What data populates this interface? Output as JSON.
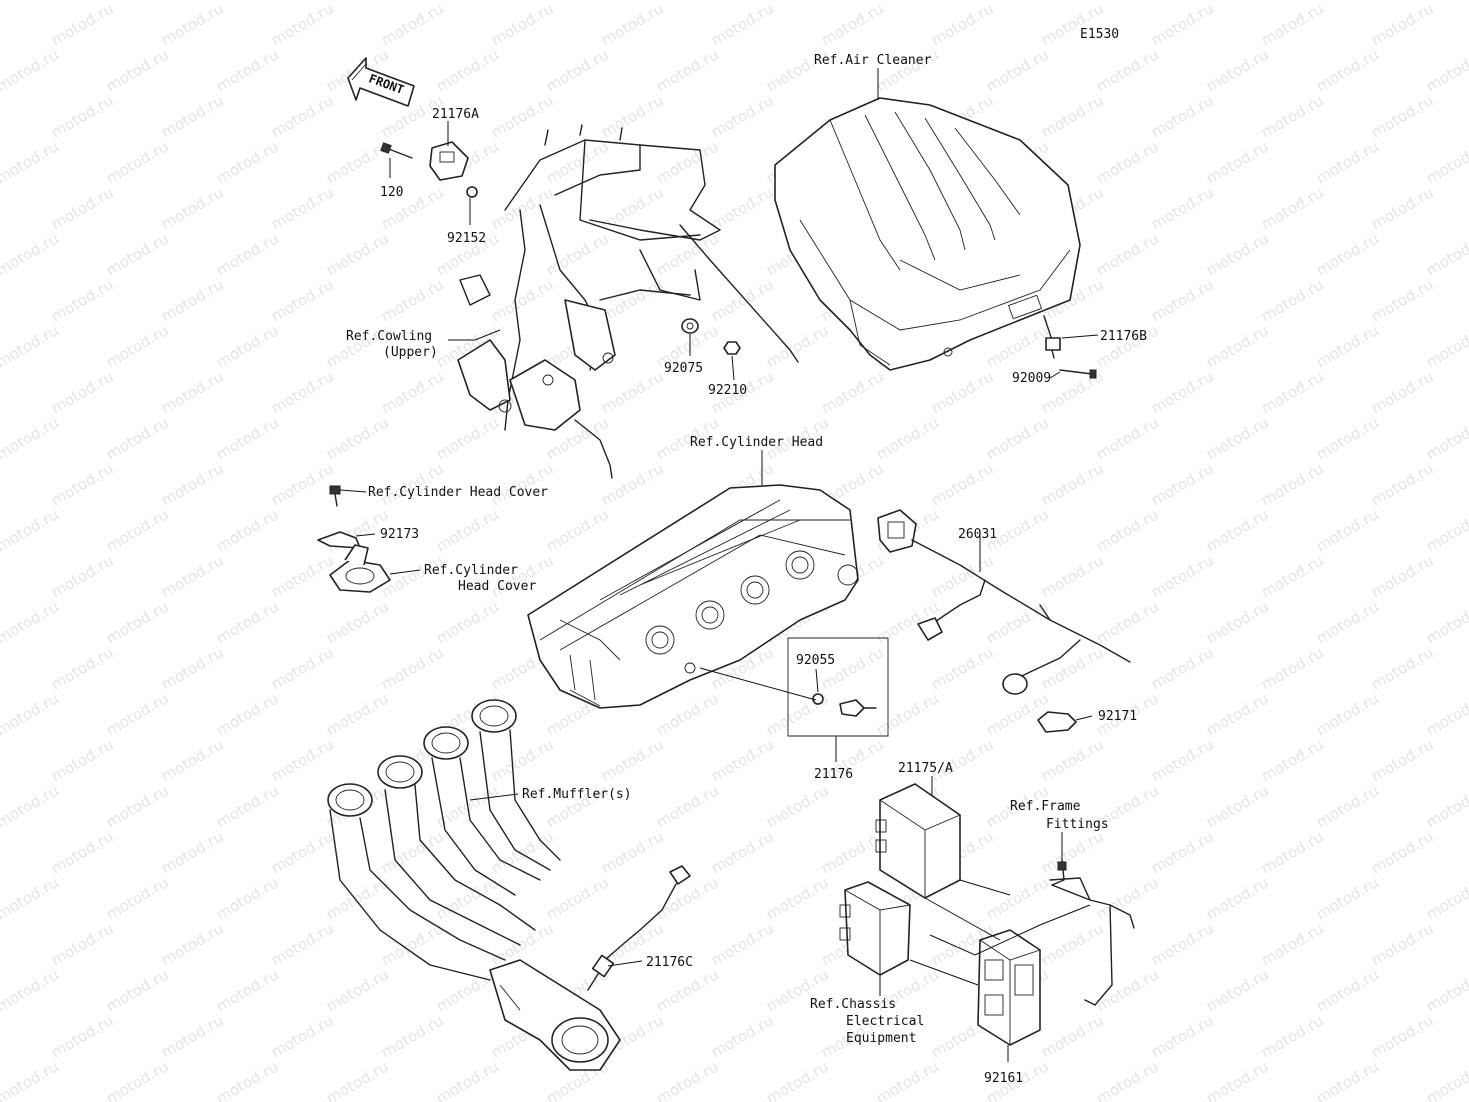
{
  "diagram": {
    "code": "E1530",
    "watermark": "motod.ru",
    "front_arrow_label": "FRONT",
    "labels": {
      "air_cleaner": "Ref.Air Cleaner",
      "p21176A": "21176A",
      "p120": "120",
      "p92152": "92152",
      "cowling_1": "Ref.Cowling",
      "cowling_2": "(Upper)",
      "p92075": "92075",
      "p92210": "92210",
      "p21176B": "21176B",
      "p92009": "92009",
      "cyl_head": "Ref.Cylinder Head",
      "cyl_head_cover": "Ref.Cylinder Head Cover",
      "p92173": "92173",
      "cyl_head_cover2_1": "Ref.Cylinder",
      "cyl_head_cover2_2": "Head Cover",
      "p26031": "26031",
      "p92055": "92055",
      "p92171": "92171",
      "p21176": "21176",
      "muffler": "Ref.Muffler(s)",
      "p21175A": "21175/A",
      "frame_1": "Ref.Frame",
      "frame_2": "Fittings",
      "p21176C": "21176C",
      "chassis_1": "Ref.Chassis",
      "chassis_2": "Electrical",
      "chassis_3": "Equipment",
      "p92161": "92161"
    }
  }
}
